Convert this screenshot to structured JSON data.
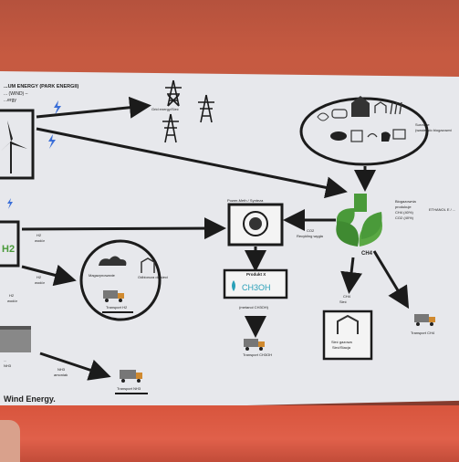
{
  "slide": {
    "header": "...UM ENERGY (PARK ENERGII)",
    "header_sub_1": "... (WIND) –",
    "header_sub_2": "...ergy",
    "grid_label": "Grid energy/Sieć",
    "biogas_label_1": "Surowce",
    "biogas_label_2": "(waste) do biogazowni",
    "process_label": "Power-Meth / Synteza",
    "h2_label_top": "H2",
    "h2_label_bottom": "wodór",
    "co2_label_1": "CO2",
    "co2_label_2": "Recykling węgla",
    "h2_label_2_top": "H2",
    "h2_label_2_bottom": "wodór",
    "h2_tank": "H2",
    "h2_label_3_top": "H2",
    "h2_label_3_bottom": "wodór",
    "plant_text_1": "Biogazownia",
    "plant_text_2": "produkuje",
    "plant_text_3": "CH4 (40%)",
    "plant_text_4": "CO2 (40%)",
    "side_label": "ETHANOL E / ...",
    "ch4": "CH4",
    "product_label": "Produkt X",
    "product_formula": "CH3OH",
    "methanol_label": "(metanol CH3OH)",
    "transport_meoh": "Transport CH3OH",
    "h2_station_1": "Magazynowanie",
    "h2_station_2": "Odbiorcza do sieci",
    "transport_h2": "Transport H2",
    "ch4_network_1": "CH4",
    "ch4_network_2": "Sieć",
    "gas_station_1": "Sieć gazowa",
    "gas_station_2": "Sieć/Stacja",
    "transport_ch4": "Transport CH4",
    "nh3_label_1": "NH3",
    "nh3_label_2": "amoniak",
    "transport_nh3": "Transport NH3",
    "left_bottom_1": "...",
    "left_bottom_2": "NH3",
    "footer": "Wind Energy."
  },
  "colors": {
    "accent_green": "#4a9a3a",
    "slide_bg": "#e7e8ec",
    "line": "#1b1b1b",
    "lightning": "#3b6fd8",
    "screen_border": "#1b1b1b"
  },
  "icons": [
    "wind-turbine-icon",
    "power-pylon-icon",
    "lightning-icon",
    "leaf-plant-icon",
    "truck-icon",
    "cloud-icon",
    "factory-icon",
    "cow-icon",
    "tanker-icon"
  ]
}
